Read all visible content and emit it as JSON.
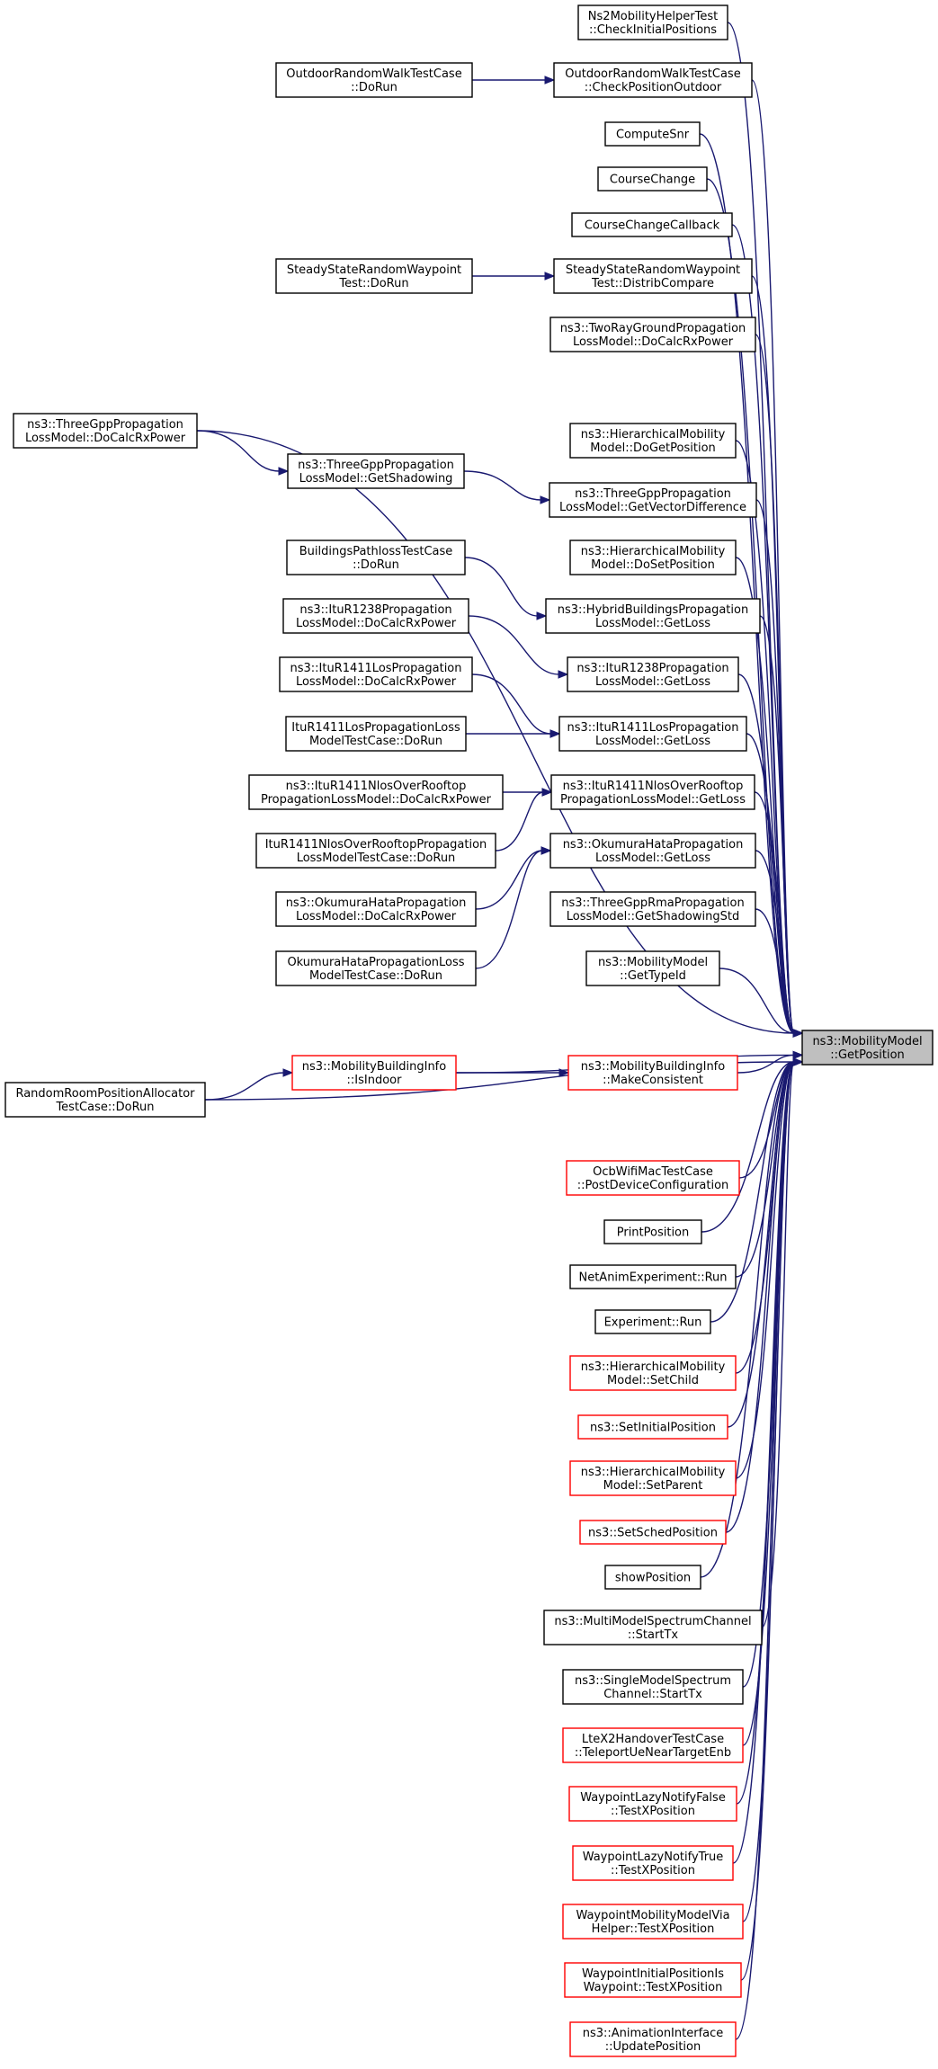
{
  "graph": {
    "target": "ns3::MobilityModel::GetPosition",
    "nodes": [
      {
        "id": "n01",
        "lines": [
          "Ns2MobilityHelperTest",
          "::CheckInitialPositions"
        ],
        "color": "black"
      },
      {
        "id": "n02",
        "lines": [
          "OutdoorRandomWalkTestCase",
          "::DoRun"
        ],
        "color": "black"
      },
      {
        "id": "n03",
        "lines": [
          "OutdoorRandomWalkTestCase",
          "::CheckPositionOutdoor"
        ],
        "color": "black"
      },
      {
        "id": "n04",
        "lines": [
          "ComputeSnr"
        ],
        "color": "black"
      },
      {
        "id": "n05",
        "lines": [
          "CourseChange"
        ],
        "color": "black"
      },
      {
        "id": "n06",
        "lines": [
          "CourseChangeCallback"
        ],
        "color": "black"
      },
      {
        "id": "n07",
        "lines": [
          "SteadyStateRandomWaypoint",
          "Test::DoRun"
        ],
        "color": "black"
      },
      {
        "id": "n08",
        "lines": [
          "SteadyStateRandomWaypoint",
          "Test::DistribCompare"
        ],
        "color": "black"
      },
      {
        "id": "n09",
        "lines": [
          "ns3::TwoRayGroundPropagation",
          "LossModel::DoCalcRxPower"
        ],
        "color": "black"
      },
      {
        "id": "n10",
        "lines": [
          "ns3::ThreeGppPropagation",
          "LossModel::DoCalcRxPower"
        ],
        "color": "black"
      },
      {
        "id": "n11",
        "lines": [
          "ns3::HierarchicalMobility",
          "Model::DoGetPosition"
        ],
        "color": "black"
      },
      {
        "id": "n12",
        "lines": [
          "ns3::ThreeGppPropagation",
          "LossModel::GetShadowing"
        ],
        "color": "black"
      },
      {
        "id": "n13",
        "lines": [
          "ns3::ThreeGppPropagation",
          "LossModel::GetVectorDifference"
        ],
        "color": "black"
      },
      {
        "id": "n14",
        "lines": [
          "BuildingsPathlossTestCase",
          "::DoRun"
        ],
        "color": "black"
      },
      {
        "id": "n15",
        "lines": [
          "ns3::HierarchicalMobility",
          "Model::DoSetPosition"
        ],
        "color": "black"
      },
      {
        "id": "n16",
        "lines": [
          "ns3::ItuR1238Propagation",
          "LossModel::DoCalcRxPower"
        ],
        "color": "black"
      },
      {
        "id": "n17",
        "lines": [
          "ns3::HybridBuildingsPropagation",
          "LossModel::GetLoss"
        ],
        "color": "black"
      },
      {
        "id": "n18",
        "lines": [
          "ns3::ItuR1411LosPropagation",
          "LossModel::DoCalcRxPower"
        ],
        "color": "black"
      },
      {
        "id": "n19",
        "lines": [
          "ns3::ItuR1238Propagation",
          "LossModel::GetLoss"
        ],
        "color": "black"
      },
      {
        "id": "n20",
        "lines": [
          "ItuR1411LosPropagationLoss",
          "ModelTestCase::DoRun"
        ],
        "color": "black"
      },
      {
        "id": "n21",
        "lines": [
          "ns3::ItuR1411LosPropagation",
          "LossModel::GetLoss"
        ],
        "color": "black"
      },
      {
        "id": "n22",
        "lines": [
          "ns3::ItuR1411NlosOverRooftop",
          "PropagationLossModel::DoCalcRxPower"
        ],
        "color": "black"
      },
      {
        "id": "n23",
        "lines": [
          "ns3::ItuR1411NlosOverRooftop",
          "PropagationLossModel::GetLoss"
        ],
        "color": "black"
      },
      {
        "id": "n24",
        "lines": [
          "ItuR1411NlosOverRooftopPropagation",
          "LossModelTestCase::DoRun"
        ],
        "color": "black"
      },
      {
        "id": "n25",
        "lines": [
          "ns3::OkumuraHataPropagation",
          "LossModel::GetLoss"
        ],
        "color": "black"
      },
      {
        "id": "n26",
        "lines": [
          "ns3::OkumuraHataPropagation",
          "LossModel::DoCalcRxPower"
        ],
        "color": "black"
      },
      {
        "id": "n27",
        "lines": [
          "ns3::ThreeGppRmaPropagation",
          "LossModel::GetShadowingStd"
        ],
        "color": "black"
      },
      {
        "id": "n28",
        "lines": [
          "OkumuraHataPropagationLoss",
          "ModelTestCase::DoRun"
        ],
        "color": "black"
      },
      {
        "id": "n29",
        "lines": [
          "ns3::MobilityModel",
          "::GetTypeId"
        ],
        "color": "black"
      },
      {
        "id": "n30",
        "lines": [
          "ns3::MobilityModel",
          "::GetPosition"
        ],
        "color": "target"
      },
      {
        "id": "n31",
        "lines": [
          "ns3::MobilityBuildingInfo",
          "::IsIndoor"
        ],
        "color": "red"
      },
      {
        "id": "n32",
        "lines": [
          "ns3::MobilityBuildingInfo",
          "::MakeConsistent"
        ],
        "color": "red"
      },
      {
        "id": "n33",
        "lines": [
          "RandomRoomPositionAllocator",
          "TestCase::DoRun"
        ],
        "color": "black"
      },
      {
        "id": "n34",
        "lines": [
          "OcbWifiMacTestCase",
          "::PostDeviceConfiguration"
        ],
        "color": "red"
      },
      {
        "id": "n35",
        "lines": [
          "PrintPosition"
        ],
        "color": "black"
      },
      {
        "id": "n36",
        "lines": [
          "NetAnimExperiment::Run"
        ],
        "color": "black"
      },
      {
        "id": "n37",
        "lines": [
          "Experiment::Run"
        ],
        "color": "black"
      },
      {
        "id": "n38",
        "lines": [
          "ns3::HierarchicalMobility",
          "Model::SetChild"
        ],
        "color": "red"
      },
      {
        "id": "n39",
        "lines": [
          "ns3::SetInitialPosition"
        ],
        "color": "red"
      },
      {
        "id": "n40",
        "lines": [
          "ns3::HierarchicalMobility",
          "Model::SetParent"
        ],
        "color": "red"
      },
      {
        "id": "n41",
        "lines": [
          "ns3::SetSchedPosition"
        ],
        "color": "red"
      },
      {
        "id": "n42",
        "lines": [
          "showPosition"
        ],
        "color": "black"
      },
      {
        "id": "n43",
        "lines": [
          "ns3::MultiModelSpectrumChannel",
          "::StartTx"
        ],
        "color": "black"
      },
      {
        "id": "n44",
        "lines": [
          "ns3::SingleModelSpectrum",
          "Channel::StartTx"
        ],
        "color": "black"
      },
      {
        "id": "n45",
        "lines": [
          "LteX2HandoverTestCase",
          "::TeleportUeNearTargetEnb"
        ],
        "color": "red"
      },
      {
        "id": "n46",
        "lines": [
          "WaypointLazyNotifyFalse",
          "::TestXPosition"
        ],
        "color": "red"
      },
      {
        "id": "n47",
        "lines": [
          "WaypointLazyNotifyTrue",
          "::TestXPosition"
        ],
        "color": "red"
      },
      {
        "id": "n48",
        "lines": [
          "WaypointMobilityModelVia",
          "Helper::TestXPosition"
        ],
        "color": "red"
      },
      {
        "id": "n49",
        "lines": [
          "WaypointInitialPositionIs",
          "Waypoint::TestXPosition"
        ],
        "color": "red"
      },
      {
        "id": "n50",
        "lines": [
          "ns3::AnimationInterface",
          "::UpdatePosition"
        ],
        "color": "red"
      }
    ],
    "edges": [
      {
        "from": "n01",
        "to": "n30"
      },
      {
        "from": "n02",
        "to": "n03"
      },
      {
        "from": "n03",
        "to": "n30"
      },
      {
        "from": "n04",
        "to": "n30"
      },
      {
        "from": "n05",
        "to": "n30"
      },
      {
        "from": "n06",
        "to": "n30"
      },
      {
        "from": "n07",
        "to": "n08"
      },
      {
        "from": "n08",
        "to": "n30"
      },
      {
        "from": "n09",
        "to": "n30"
      },
      {
        "from": "n10",
        "to": "n30"
      },
      {
        "from": "n10",
        "to": "n12"
      },
      {
        "from": "n11",
        "to": "n30"
      },
      {
        "from": "n12",
        "to": "n13"
      },
      {
        "from": "n13",
        "to": "n30"
      },
      {
        "from": "n14",
        "to": "n17"
      },
      {
        "from": "n15",
        "to": "n30"
      },
      {
        "from": "n16",
        "to": "n19"
      },
      {
        "from": "n17",
        "to": "n30"
      },
      {
        "from": "n18",
        "to": "n21"
      },
      {
        "from": "n19",
        "to": "n30"
      },
      {
        "from": "n20",
        "to": "n21"
      },
      {
        "from": "n21",
        "to": "n30"
      },
      {
        "from": "n22",
        "to": "n23"
      },
      {
        "from": "n23",
        "to": "n30"
      },
      {
        "from": "n24",
        "to": "n23"
      },
      {
        "from": "n25",
        "to": "n30"
      },
      {
        "from": "n26",
        "to": "n25"
      },
      {
        "from": "n27",
        "to": "n30"
      },
      {
        "from": "n28",
        "to": "n25"
      },
      {
        "from": "n29",
        "to": "n30"
      },
      {
        "from": "n31",
        "to": "n30"
      },
      {
        "from": "n31",
        "to": "n32"
      },
      {
        "from": "n32",
        "to": "n30"
      },
      {
        "from": "n33",
        "to": "n31"
      },
      {
        "from": "n33",
        "to": "n30"
      },
      {
        "from": "n34",
        "to": "n30"
      },
      {
        "from": "n35",
        "to": "n30"
      },
      {
        "from": "n36",
        "to": "n30"
      },
      {
        "from": "n37",
        "to": "n30"
      },
      {
        "from": "n38",
        "to": "n30"
      },
      {
        "from": "n39",
        "to": "n30"
      },
      {
        "from": "n40",
        "to": "n30"
      },
      {
        "from": "n41",
        "to": "n30"
      },
      {
        "from": "n42",
        "to": "n30"
      },
      {
        "from": "n43",
        "to": "n30"
      },
      {
        "from": "n44",
        "to": "n30"
      },
      {
        "from": "n45",
        "to": "n30"
      },
      {
        "from": "n46",
        "to": "n30"
      },
      {
        "from": "n47",
        "to": "n30"
      },
      {
        "from": "n48",
        "to": "n30"
      },
      {
        "from": "n49",
        "to": "n30"
      },
      {
        "from": "n50",
        "to": "n30"
      }
    ]
  }
}
